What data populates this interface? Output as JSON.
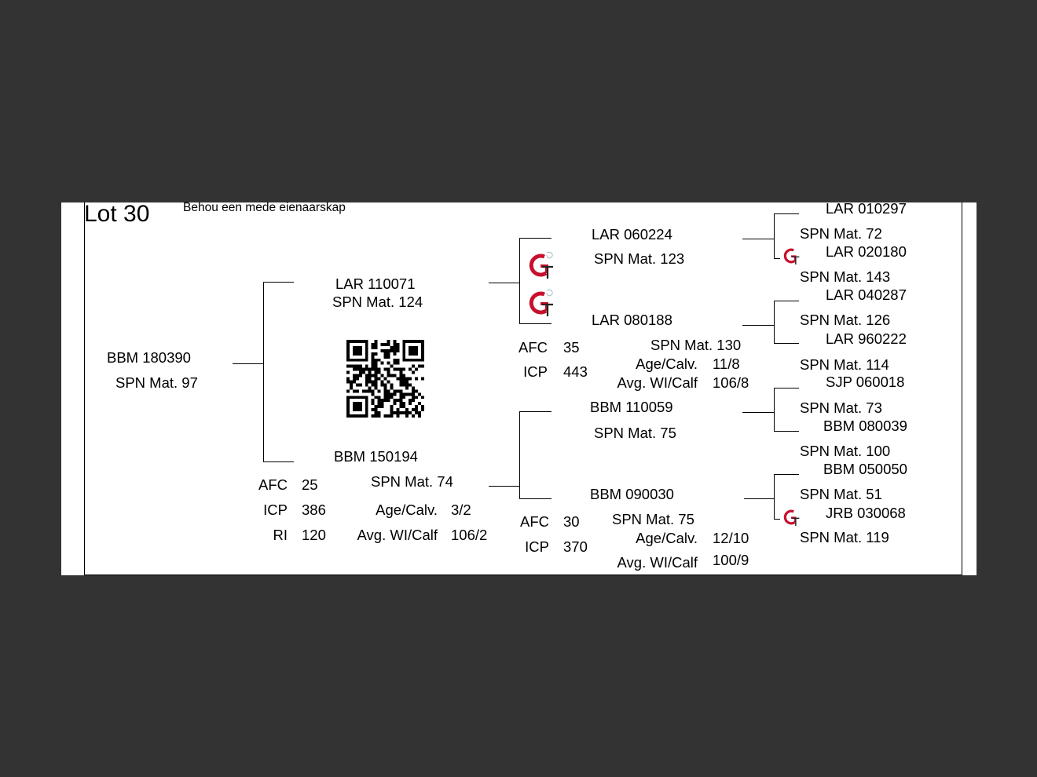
{
  "lot": {
    "title": "Lot 30",
    "subtitle": "Behou een mede eienaarskap"
  },
  "colors": {
    "background": "#333333",
    "sheet": "#ffffff",
    "logo_red": "#c8102e",
    "logo_dark": "#222222"
  },
  "icons": {
    "breeder_logo": "gt-logo-icon",
    "qr": "qr-code-icon"
  },
  "animal": {
    "id": "BBM 180390",
    "spn": "SPN Mat. 97"
  },
  "sire": {
    "id": "LAR 110071",
    "spn": "SPN Mat. 124"
  },
  "dam": {
    "id": "BBM 150194",
    "spn": "SPN Mat. 74",
    "stats": [
      {
        "label": "AFC",
        "value": "25"
      },
      {
        "label": "ICP",
        "value": "386"
      },
      {
        "label": "RI",
        "value": "120"
      }
    ],
    "extra": [
      {
        "label": "Age/Calv.",
        "value": "3/2"
      },
      {
        "label": "Avg. WI/Calf",
        "value": "106/2"
      }
    ]
  },
  "sire_sire": {
    "id": "LAR 060224",
    "spn": "SPN Mat. 123"
  },
  "sire_dam": {
    "id": "LAR 080188",
    "spn": "SPN Mat. 130",
    "stats": [
      {
        "label": "AFC",
        "value": "35"
      },
      {
        "label": "ICP",
        "value": "443"
      }
    ],
    "extra": [
      {
        "label": "Age/Calv.",
        "value": "11/8"
      },
      {
        "label": "Avg. WI/Calf",
        "value": "106/8"
      }
    ]
  },
  "dam_sire": {
    "id": "BBM 110059",
    "spn": "SPN Mat. 75"
  },
  "dam_dam": {
    "id": "BBM 090030",
    "spn": "SPN Mat. 75",
    "stats": [
      {
        "label": "AFC",
        "value": "30"
      },
      {
        "label": "ICP",
        "value": "370"
      }
    ],
    "extra": [
      {
        "label": "Age/Calv.",
        "value": "12/10"
      },
      {
        "label": "Avg. WI/Calf",
        "value": "100/9"
      }
    ]
  },
  "gen3": [
    {
      "id": "LAR 010297",
      "spn": "SPN Mat. 72"
    },
    {
      "id": "LAR 020180",
      "spn": "SPN Mat. 143"
    },
    {
      "id": "LAR 040287",
      "spn": "SPN Mat. 126"
    },
    {
      "id": "LAR 960222",
      "spn": "SPN Mat. 114"
    },
    {
      "id": "SJP 060018",
      "spn": "SPN Mat. 73"
    },
    {
      "id": "BBM 080039",
      "spn": "SPN Mat. 100"
    },
    {
      "id": "BBM 050050",
      "spn": "SPN Mat. 51"
    },
    {
      "id": "JRB 030068",
      "spn": "SPN Mat. 119"
    }
  ]
}
